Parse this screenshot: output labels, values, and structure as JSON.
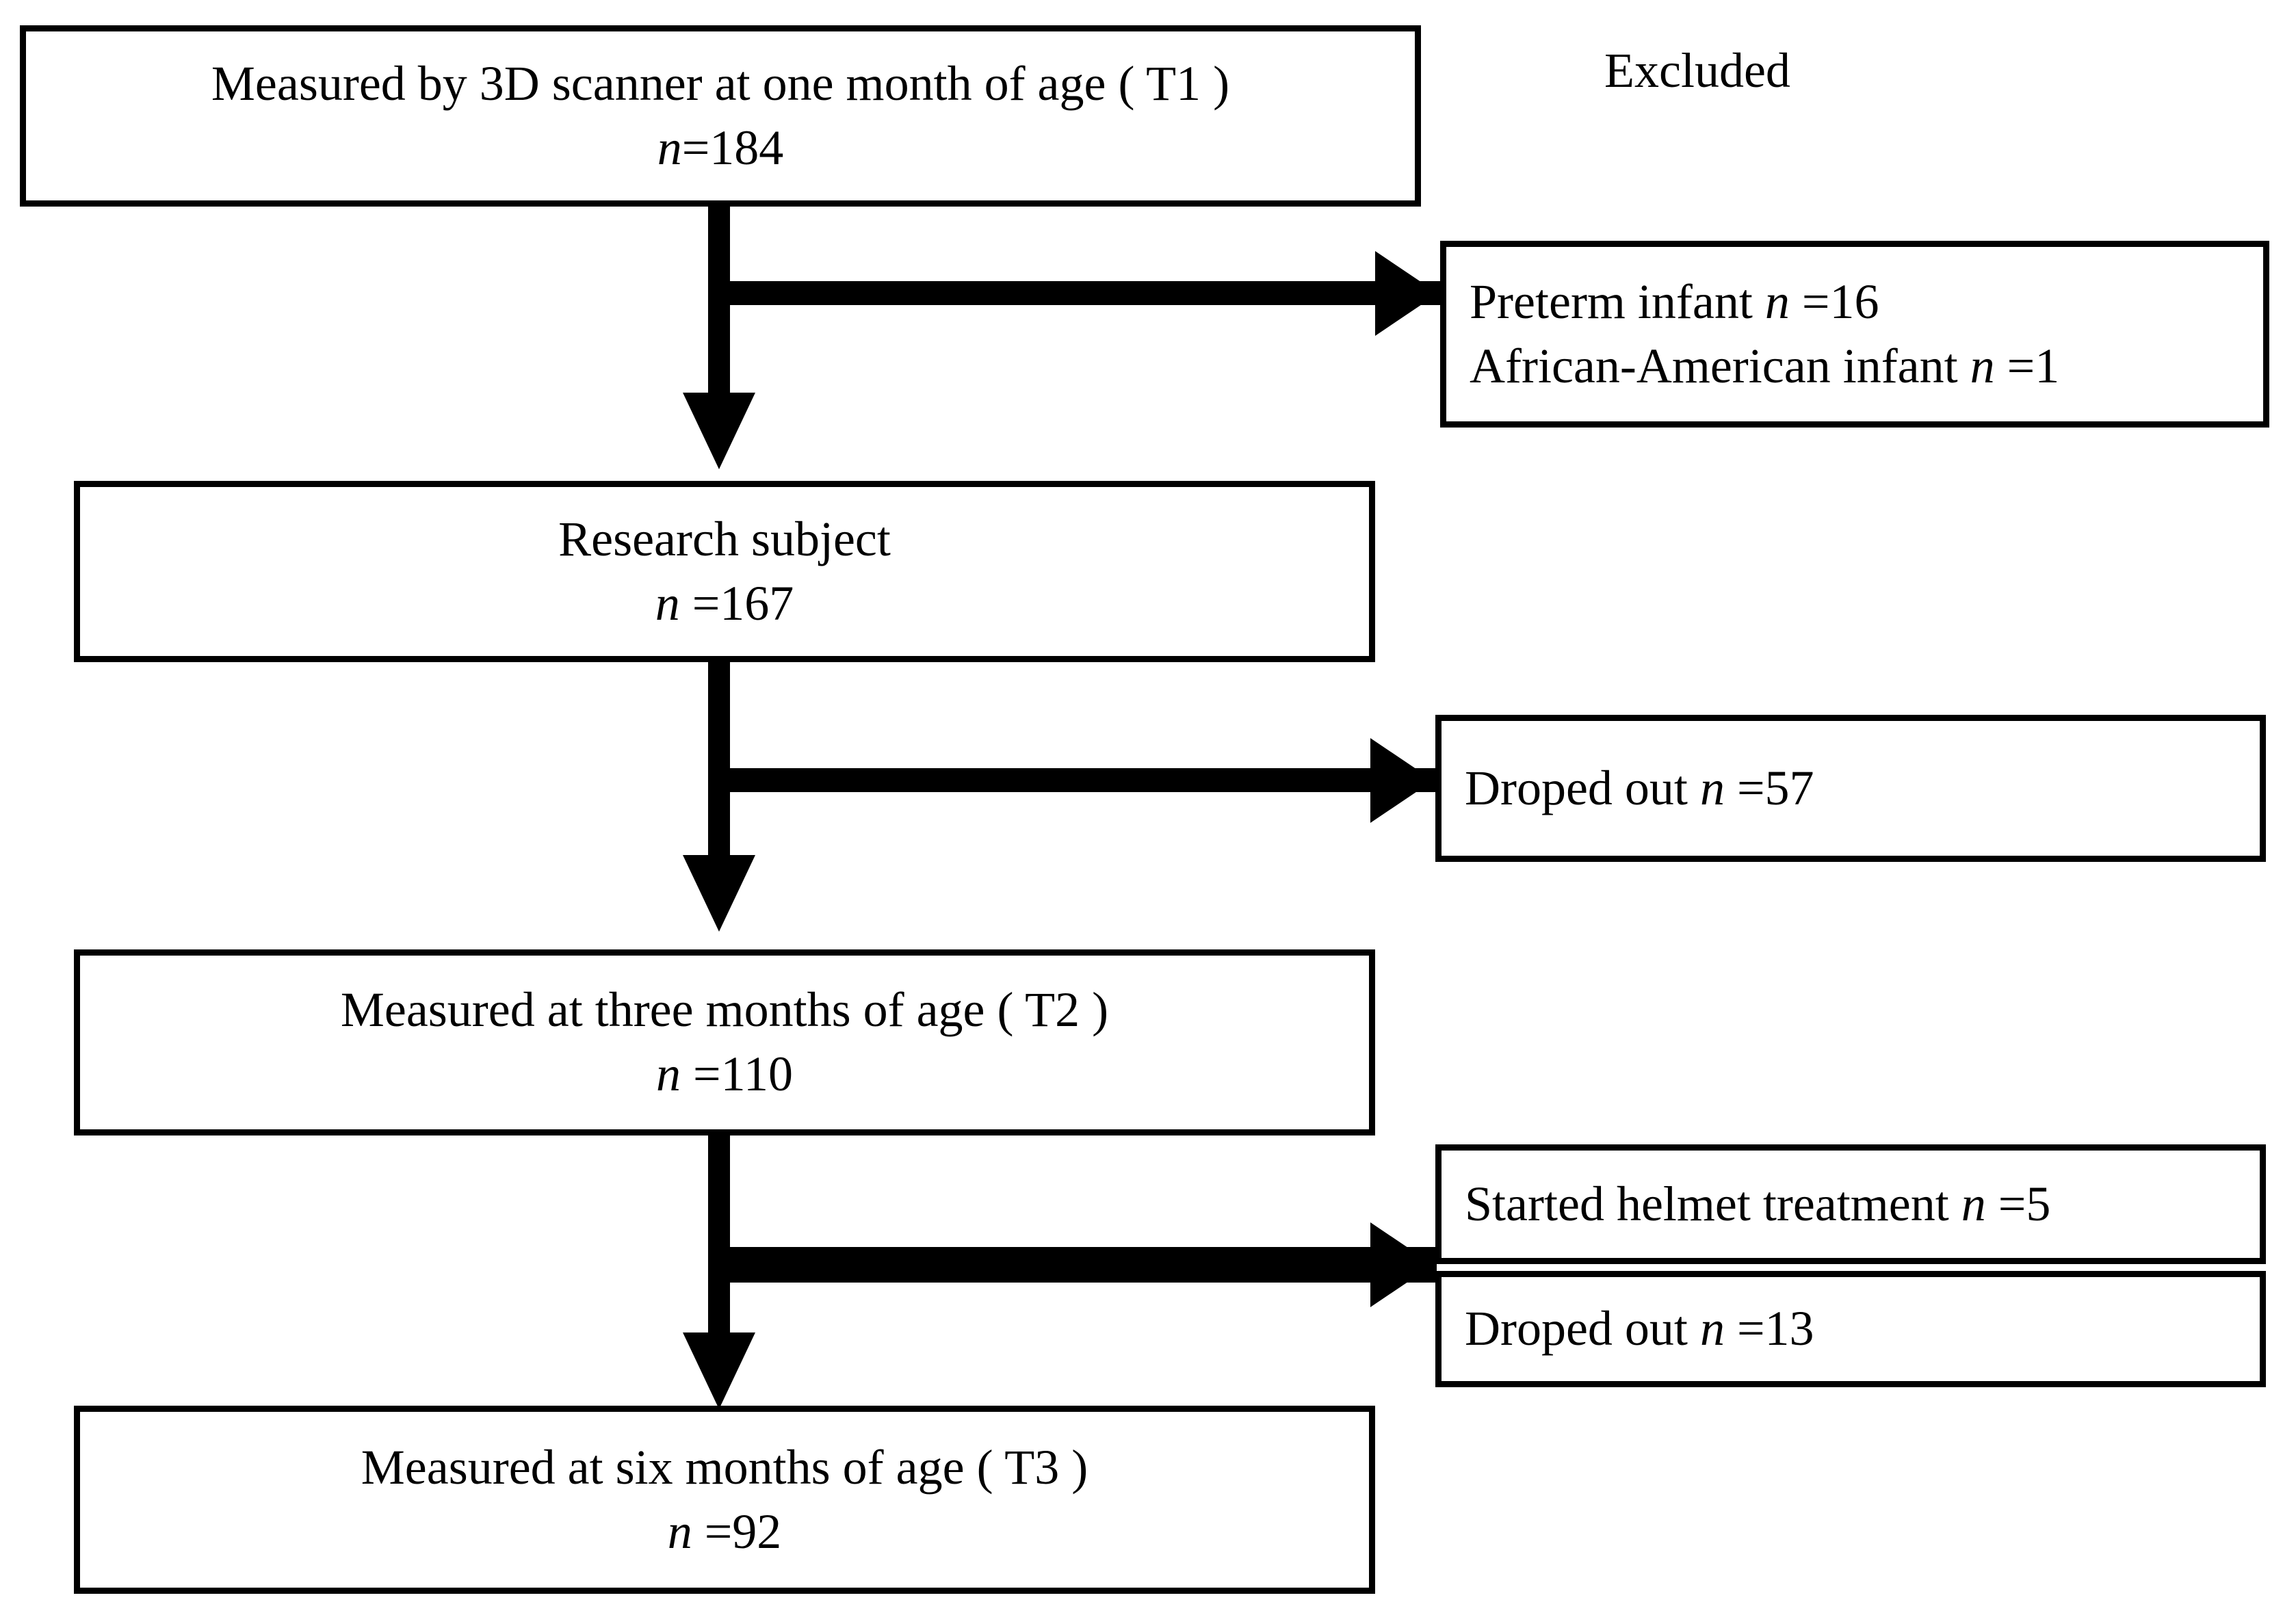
{
  "diagram": {
    "title_label": "Excluded",
    "nodes": {
      "t1": {
        "line1": "Measured by 3D scanner at one month of age ( T1 )",
        "line2_var": "n",
        "line2_rest": "=184"
      },
      "research_subject": {
        "line1": "Research subject",
        "line2_var": "n",
        "line2_rest": " =167"
      },
      "t2": {
        "line1": "Measured at three months of age ( T2 )",
        "line2_var": "n",
        "line2_rest": " =110"
      },
      "t3": {
        "line1": "Measured at six months of age ( T3 )",
        "line2_var": "n",
        "line2_rest": " =92"
      }
    },
    "excluded": {
      "box1": {
        "line1_text": "Preterm infant ",
        "line1_var": "n",
        "line1_rest": " =16",
        "line2_text": "African-American infant ",
        "line2_var": "n",
        "line2_rest": " =1"
      },
      "box2": {
        "line1_text": "Droped out ",
        "line1_var": "n",
        "line1_rest": " =57"
      },
      "box3": {
        "line1_text": "Started helmet treatment ",
        "line1_var": "n",
        "line1_rest": " =5"
      },
      "box4": {
        "line1_text": "Droped out ",
        "line1_var": "n",
        "line1_rest": " =13"
      }
    },
    "colors": {
      "stroke": "#000000",
      "fill": "#ffffff"
    }
  }
}
